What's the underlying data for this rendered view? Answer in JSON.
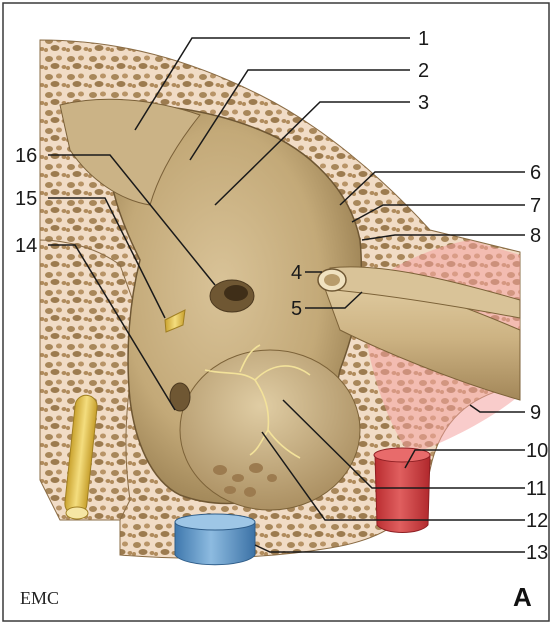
{
  "figure": {
    "panel_letter": "A",
    "logo_text": "EMC"
  },
  "callouts": [
    "1",
    "2",
    "3",
    "4",
    "5",
    "6",
    "7",
    "8",
    "9",
    "10",
    "11",
    "12",
    "13",
    "14",
    "15",
    "16"
  ],
  "colors": {
    "background": "#ffffff",
    "border": "#3a3a3a",
    "bone_pink": "#f1d9c2",
    "bone_dark": "#a8875a",
    "cavity_tan": "#c9b185",
    "cavity_shadow": "#8c7447",
    "nerve_yellow": "#e8c95a",
    "artery_red": "#d8474a",
    "vein_blue": "#5f97c7",
    "highlight_pink": "#f4a3a0"
  }
}
